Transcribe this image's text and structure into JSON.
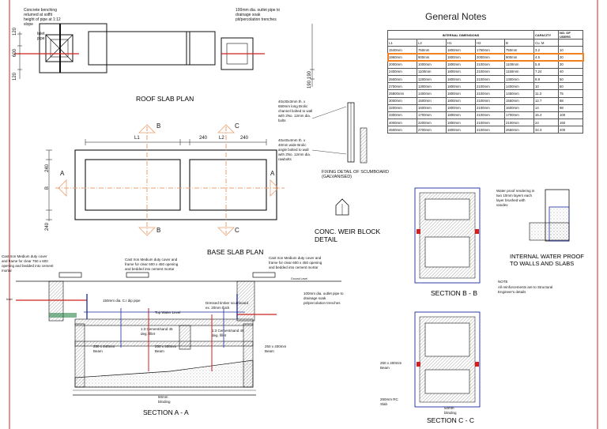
{
  "general_notes_title": "General Notes",
  "schedule": {
    "group_header": "INTERNAL DIMENSIONS",
    "capacity_header": "CAPACITY",
    "users_header": "NO. OF USERS",
    "columns": [
      "L1",
      "L2",
      "H1",
      "H2",
      "B",
      "Cu. M",
      ""
    ],
    "rows": [
      [
        "1540mm",
        "760mm",
        "1800mm",
        "1750mm",
        "750mm",
        "3.2",
        "10"
      ],
      [
        "1960mm",
        "900mm",
        "1800mm",
        "2000mm",
        "900mm",
        "4.5",
        "20"
      ],
      [
        "2000mm",
        "1000mm",
        "1800mm",
        "2100mm",
        "1100mm",
        "5.8",
        "30"
      ],
      [
        "2400mm",
        "1100mm",
        "1800mm",
        "2100mm",
        "1150mm",
        "7.24",
        "40"
      ],
      [
        "2500mm",
        "1200mm",
        "1800mm",
        "2100mm",
        "1300mm",
        "8.8",
        "50"
      ],
      [
        "2700mm",
        "1300mm",
        "1800mm",
        "2100mm",
        "1400mm",
        "10",
        "60"
      ],
      [
        "25800mm",
        "1400mm",
        "1800mm",
        "2100mm",
        "1450mm",
        "11.3",
        "75"
      ],
      [
        "3000mm",
        "1500mm",
        "1800mm",
        "2100mm",
        "1550mm",
        "12.7",
        "88"
      ],
      [
        "3200mm",
        "1600mm",
        "1800mm",
        "2100mm",
        "1600mm",
        "14",
        "98"
      ],
      [
        "3300mm",
        "1700mm",
        "1800mm",
        "2100mm",
        "1700mm",
        "15.4",
        "100"
      ],
      [
        "4000mm",
        "2200mm",
        "1800mm",
        "2100mm",
        "2100mm",
        "24",
        "150"
      ],
      [
        "4500mm",
        "2700mm",
        "1800mm",
        "2100mm",
        "2650mm",
        "34.3",
        "200"
      ]
    ],
    "highlight_row": 1
  },
  "titles": {
    "roof_slab_plan": "ROOF SLAB PLAN",
    "base_slab_plan": "BASE SLAB PLAN",
    "section_aa": "SECTION A - A",
    "section_bb": "SECTION B - B",
    "section_cc": "SECTION C - C",
    "weir_block": "CONC. WEIR BLOCK\nDETAIL",
    "scumboard": "FIXING DETAIL OF SCUMBOARD\n(GALVANISED)",
    "waterproof": "INTERNAL WATER PROOF\nTO WALLS AND SLABS"
  },
  "dimensions": {
    "d120a": "120",
    "d600": "600",
    "d120b": "120",
    "d190a": "190",
    "d190b": "190",
    "d240a": "240",
    "d240b": "240",
    "d240c": "240",
    "d240d": "240",
    "l1": "L1",
    "l2": "L2",
    "b": "B"
  },
  "section_marks": {
    "a_left": "A",
    "a_right": "A",
    "b_top": "B",
    "b_bottom": "B",
    "c_top": "C",
    "c_bottom": "C"
  },
  "annotations": {
    "concrete_benching": "Concrete benching\nreturned at soffit\nheight of pipe at 1:12\nslope",
    "inlet_pipe": "Inlet\npipe",
    "outlet_pipe_top": "100mm dia. outlet pipe to\ndrainage soak\npit/percolation trenches",
    "scum_channel": "40x30x3mm th. x\n650mm long Brolic\nchannel bolted to wall\nwith 2No. 12mm dia.\nbolts",
    "scum_angle": "40x40x4mm th. x\n40mm wide Brolic\nangle bolted to wall\nwith 2No. 12mm dia.\nrawbolts",
    "cover_left": "Cast Iron Medium duty cover\nand frame for clear 750 x 600\nopening and bedded into cement\nmortar",
    "cover_mid": "Cast Iron Medium duty cover and\nframe for clear 600 x 450 opening\nand bedded into cement mortar",
    "cover_right": "Cast Iron Medium duty cover and\nframe for clear 600 x 450 opening\nand bedded into cement mortar",
    "ground_level": "Ground Level",
    "inlet": "Inlet",
    "tee_pipe": "150mm dia. C.I dip pipe",
    "top_water": "Top Water Level",
    "dressed_timber": "Dressed timber scumboard\nex. 20mm thick",
    "outlet_pipe_sec": "100mm dia. outlet pipe to\ndrainage soak\npit/percolation trenches",
    "cement_sand_left": "1:3 Cement/sand 45\ndeg. fillet",
    "cement_sand_right": "1:3 Cement/sand 45\ndeg. fillet",
    "beam_left": "250 x 240mm\nBeam",
    "beam_mid": "250 x 400mm\nBeam",
    "beam_right": "250 x 400mm\nBeam",
    "blinding_aa": "50mm\nblinding",
    "waterproof_note": "Water proof rendering in\ntwo 10mm layers each\nlayer brushed with\nvandex",
    "note_title": "NOTE",
    "note_body": "All reinforcements are to Structural\nEngineer's details",
    "beam_cc": "250 x 400mm\nBeam",
    "rc_slab": "250mm RC\nSlab",
    "blinding_cc": "50mm\nblinding"
  },
  "colors": {
    "line": "#111111",
    "pipe_red": "#d02020",
    "wall_blue": "#1a2a9a",
    "highlight": "#f08020",
    "border_red": "#cc2020",
    "section_mark": "#e8a070"
  }
}
